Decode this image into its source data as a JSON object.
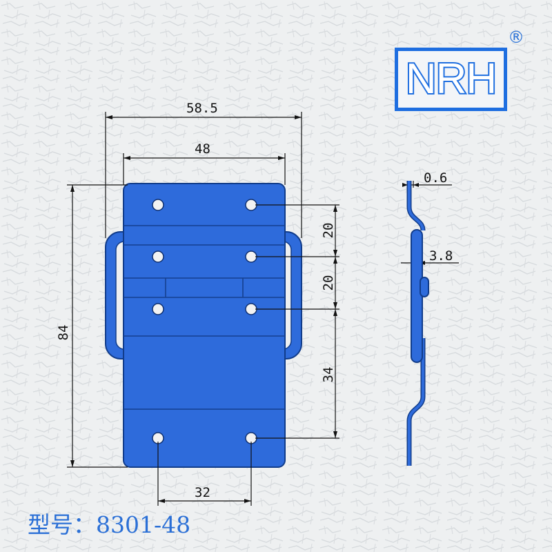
{
  "brand": {
    "logo_text": "NRH",
    "registered_mark": "®",
    "color": "#1e6ee0"
  },
  "dimensions": {
    "total_width": "58.5",
    "plate_width": "48",
    "height": "84",
    "hole_spacing_bottom": "32",
    "spacing_top": "20",
    "spacing_middle": "20",
    "spacing_lower": "34",
    "thickness": "0.6",
    "profile_depth": "3.8"
  },
  "model": {
    "label": "型号：8301-48"
  },
  "colors": {
    "part_fill": "#2e6bdb",
    "part_outline": "#113c8a",
    "hole_fill": "#f2f2f2",
    "line": "#111111",
    "label": "#2a6fd6"
  }
}
